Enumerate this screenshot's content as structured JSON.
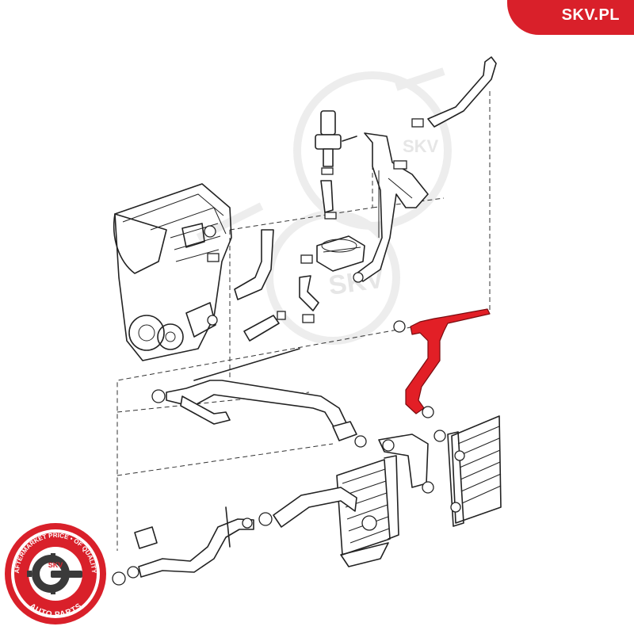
{
  "brand": {
    "label": "SKV.PL",
    "color": "#d9202a"
  },
  "badge": {
    "ring_text_top": "AFTERMARKET PRICE • OF QUALITY",
    "ring_text_bottom": "AUTO PARTS",
    "center_label": "SKV",
    "icon": "gear-wrench-icon"
  },
  "watermark": {
    "label": "SKV"
  },
  "highlight": {
    "part": "coolant-hose",
    "color": "#e21f26"
  }
}
